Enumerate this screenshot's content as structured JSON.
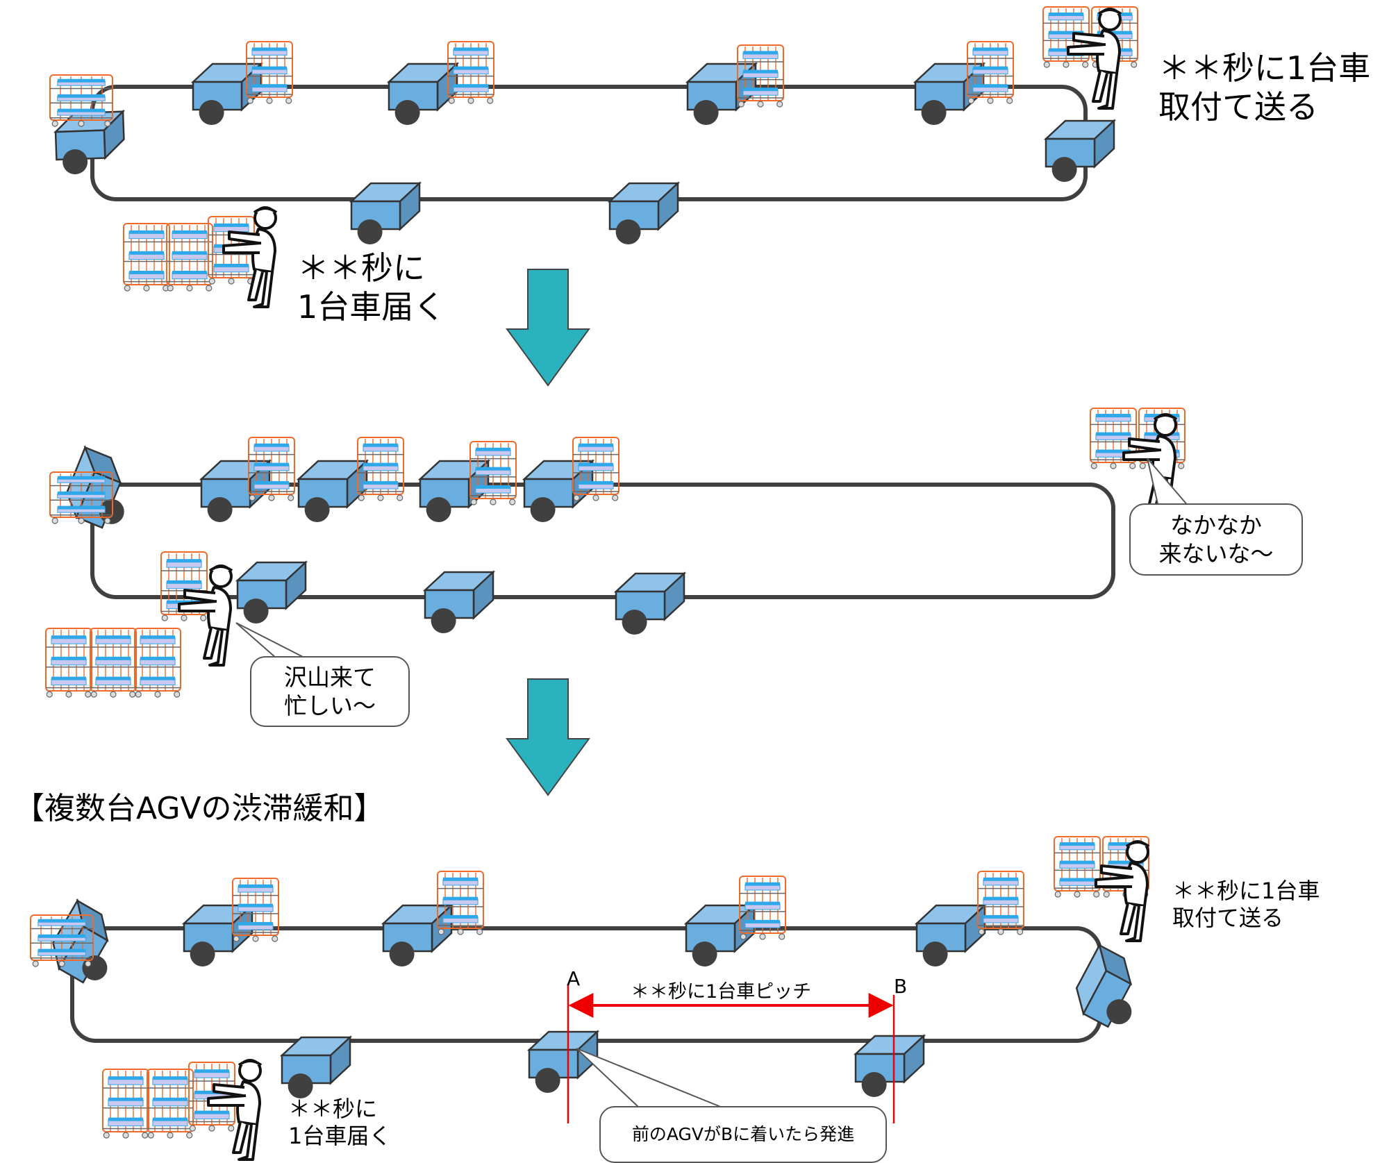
{
  "colors": {
    "track": "#404040",
    "agv_top": "#8fc3ea",
    "agv_front": "#6aaee0",
    "agv_side": "#5b93bf",
    "wheel": "#404040",
    "cage": "#f06a2a",
    "tray": "#2ea8e8",
    "arrow": "#2ab3bf",
    "pitch": "#ee0000"
  },
  "panel1": {
    "send_label": "＊＊秒に1台車\n取付て送る",
    "receive_label": "＊＊秒に\n1台車届く"
  },
  "panel2": {
    "bubble_right": "なかなか\n来ないな～",
    "bubble_left": "沢山来て\n忙しい～"
  },
  "panel3": {
    "title": "【複数台AGVの渋滞緩和】",
    "send_label": "＊＊秒に1台車\n取付て送る",
    "receive_label": "＊＊秒に\n1台車届く",
    "point_a": "A",
    "point_b": "B",
    "pitch_label": "＊＊秒に1台車ピッチ",
    "bubble_rule": "前のAGVがBに着いたら発進"
  },
  "arrows": [
    {
      "name": "transition-arrow-1"
    },
    {
      "name": "transition-arrow-2"
    }
  ]
}
